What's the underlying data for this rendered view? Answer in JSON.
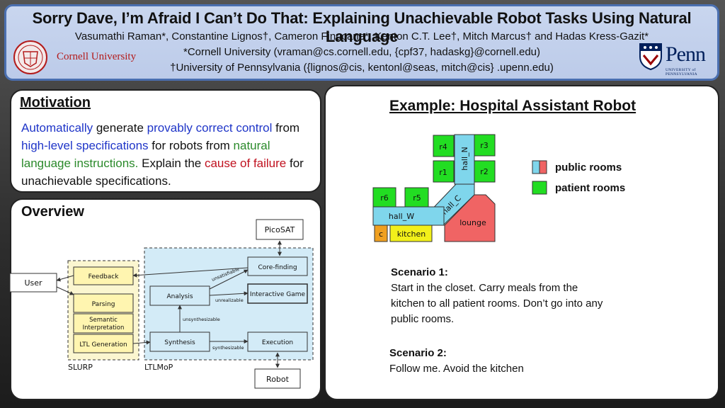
{
  "header": {
    "title": "Sorry Dave, I’m Afraid I Can’t Do That: Explaining Unachievable Robot Tasks Using Natural Language",
    "authors": "Vasumathi Raman*, Constantine Lignos†, Cameron Finucane*, Kenton C.T. Lee†, Mitch Marcus† and Hadas Kress-Gazit*",
    "affiliation1": "*Cornell University  (vraman@cs.cornell.edu, {cpf37, hadaskg}@cornell.edu)",
    "affiliation2": "†University of Pennsylvania  ({lignos@cis, kentonl@seas, mitch@cis} .upenn.edu)",
    "cornell_name": "Cornell University",
    "penn_name": "Penn",
    "penn_sub": "UNIVERSITY of PENNSYLVANIA"
  },
  "motivation": {
    "heading": "Motivation",
    "parts": [
      {
        "text": "Automatically",
        "color": "blue"
      },
      {
        "text": " generate ",
        "color": "black"
      },
      {
        "text": "provably correct control",
        "color": "blue"
      },
      {
        "text": " from ",
        "color": "black"
      },
      {
        "text": "high-level specifications",
        "color": "blue"
      },
      {
        "text": " for robots from ",
        "color": "black"
      },
      {
        "text": "natural language instructions.",
        "color": "green"
      },
      {
        "text": " Explain the ",
        "color": "black"
      },
      {
        "text": "cause of failure",
        "color": "red"
      },
      {
        "text": " for unachievable specifications.",
        "color": "black"
      }
    ]
  },
  "overview": {
    "heading": "Overview",
    "diagram": {
      "user": "User",
      "feedback": "Feedback",
      "parsing": "Parsing",
      "semantic": [
        "Semantic",
        "Interpretation"
      ],
      "ltl_generation": "LTL Generation",
      "slurp": "SLURP",
      "ltlmop": "LTLMoP",
      "picosat": "PicoSAT",
      "core_finding": "Core-finding",
      "analysis": "Analysis",
      "interactive_game": "Interactive Game",
      "synthesis": "Synthesis",
      "execution": "Execution",
      "robot": "Robot",
      "edge_unsatisfiable": "unsatisfiable",
      "edge_unrealizable": "unrealizable",
      "edge_unsynthesizable": "unsynthesizable",
      "edge_synthesizable": "synthesizable"
    }
  },
  "example": {
    "heading": "Example: Hospital Assistant Robot",
    "map": {
      "r1": "r1",
      "r2": "r2",
      "r3": "r3",
      "r4": "r4",
      "r5": "r5",
      "r6": "r6",
      "hall_N": "hall_N",
      "hall_C": "hall_C",
      "hall_W": "hall_W",
      "c": "c",
      "kitchen": "kitchen",
      "lounge": "lounge"
    },
    "legend": {
      "public": "public rooms",
      "patient": "patient rooms"
    },
    "colors": {
      "patient": "#22dd22",
      "hall": "#7fd6ec",
      "lounge": "#f06464",
      "kitchen": "#f2f01a",
      "closet": "#f0a020"
    },
    "scenario1_title": "Scenario 1:",
    "scenario1_lines": [
      "Start in the closet. Carry meals from the",
      "kitchen to all patient rooms. Don’t go into any",
      "public rooms."
    ],
    "scenario2_title": "Scenario 2:",
    "scenario2_lines": [
      "Follow me. Avoid the kitchen"
    ]
  }
}
